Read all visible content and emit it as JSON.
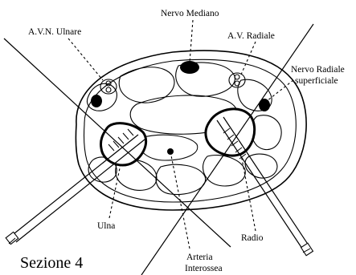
{
  "labels": {
    "nerve_median": "Nervo Mediano",
    "avn_ulnar": "A.V.N. Ulnare",
    "av_radial": "A.V. Radiale",
    "nerve_radial_line1": "Nervo Radiale",
    "nerve_radial_line2": "superficiale",
    "ulna": "Ulna",
    "radio": "Radio",
    "arteria_line1": "Arteria",
    "arteria_line2": "Interossea",
    "section": "Sezione 4"
  }
}
